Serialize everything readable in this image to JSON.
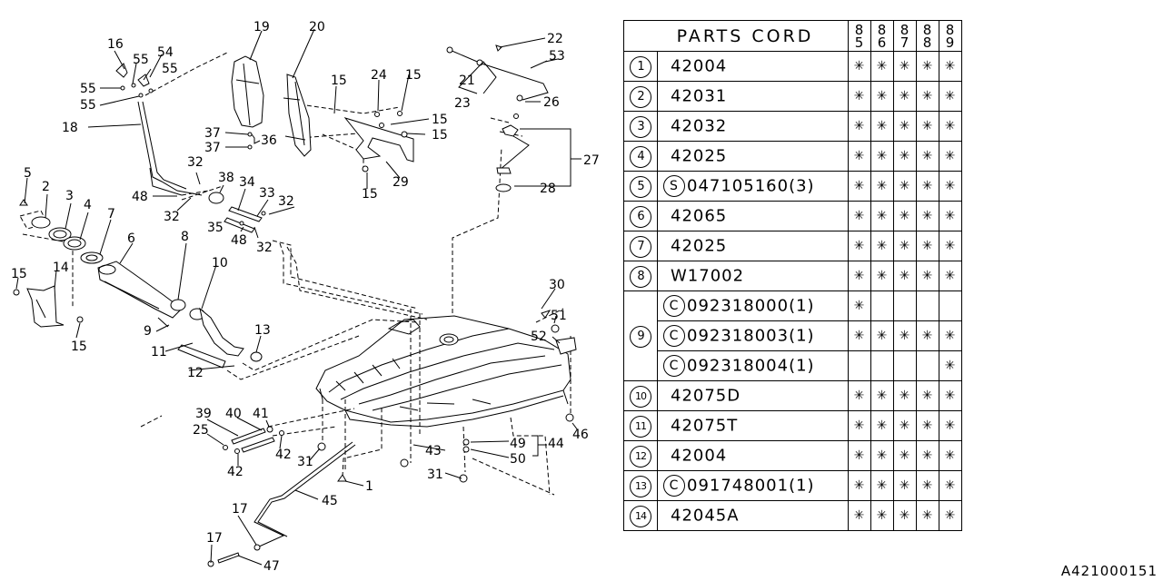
{
  "diagram": {
    "title": "Fuel tank parts exploded diagram",
    "callouts": [
      {
        "id": "c16",
        "label": "16"
      },
      {
        "id": "c54",
        "label": "54"
      },
      {
        "id": "c55a",
        "label": "55"
      },
      {
        "id": "c55b",
        "label": "55"
      },
      {
        "id": "c55c",
        "label": "55"
      },
      {
        "id": "c55d",
        "label": "55"
      },
      {
        "id": "c19",
        "label": "19"
      },
      {
        "id": "c20",
        "label": "20"
      },
      {
        "id": "c18",
        "label": "18"
      },
      {
        "id": "c37a",
        "label": "37"
      },
      {
        "id": "c37b",
        "label": "37"
      },
      {
        "id": "c36",
        "label": "36"
      },
      {
        "id": "c15a",
        "label": "15"
      },
      {
        "id": "c24",
        "label": "24"
      },
      {
        "id": "c15b",
        "label": "15"
      },
      {
        "id": "c15c",
        "label": "15"
      },
      {
        "id": "c15d",
        "label": "15"
      },
      {
        "id": "c15e",
        "label": "15"
      },
      {
        "id": "c29",
        "label": "29"
      },
      {
        "id": "c22",
        "label": "22"
      },
      {
        "id": "c53",
        "label": "53"
      },
      {
        "id": "c21",
        "label": "21"
      },
      {
        "id": "c23",
        "label": "23"
      },
      {
        "id": "c26",
        "label": "26"
      },
      {
        "id": "c27",
        "label": "27"
      },
      {
        "id": "c28",
        "label": "28"
      },
      {
        "id": "c5",
        "label": "5"
      },
      {
        "id": "c2",
        "label": "2"
      },
      {
        "id": "c3",
        "label": "3"
      },
      {
        "id": "c4",
        "label": "4"
      },
      {
        "id": "c7",
        "label": "7"
      },
      {
        "id": "c6",
        "label": "6"
      },
      {
        "id": "c32a",
        "label": "32"
      },
      {
        "id": "c38",
        "label": "38"
      },
      {
        "id": "c34",
        "label": "34"
      },
      {
        "id": "c33",
        "label": "33"
      },
      {
        "id": "c32b",
        "label": "32"
      },
      {
        "id": "c48a",
        "label": "48"
      },
      {
        "id": "c32c",
        "label": "32"
      },
      {
        "id": "c35",
        "label": "35"
      },
      {
        "id": "c48b",
        "label": "48"
      },
      {
        "id": "c32d",
        "label": "32"
      },
      {
        "id": "c8",
        "label": "8"
      },
      {
        "id": "c10",
        "label": "10"
      },
      {
        "id": "c15f",
        "label": "15"
      },
      {
        "id": "c14",
        "label": "14"
      },
      {
        "id": "c15g",
        "label": "15"
      },
      {
        "id": "c9",
        "label": "9"
      },
      {
        "id": "c13",
        "label": "13"
      },
      {
        "id": "c11",
        "label": "11"
      },
      {
        "id": "c12",
        "label": "12"
      },
      {
        "id": "c30",
        "label": "30"
      },
      {
        "id": "c51",
        "label": "51"
      },
      {
        "id": "c52",
        "label": "52"
      },
      {
        "id": "c46",
        "label": "46"
      },
      {
        "id": "c39",
        "label": "39"
      },
      {
        "id": "c40",
        "label": "40"
      },
      {
        "id": "c41",
        "label": "41"
      },
      {
        "id": "c25",
        "label": "25"
      },
      {
        "id": "c42a",
        "label": "42"
      },
      {
        "id": "c42b",
        "label": "42"
      },
      {
        "id": "c31a",
        "label": "31"
      },
      {
        "id": "c43",
        "label": "43"
      },
      {
        "id": "c49",
        "label": "49"
      },
      {
        "id": "c44",
        "label": "44"
      },
      {
        "id": "c50",
        "label": "50"
      },
      {
        "id": "c31b",
        "label": "31"
      },
      {
        "id": "c1",
        "label": "1"
      },
      {
        "id": "c45",
        "label": "45"
      },
      {
        "id": "c17a",
        "label": "17"
      },
      {
        "id": "c17b",
        "label": "17"
      },
      {
        "id": "c47",
        "label": "47"
      }
    ]
  },
  "table": {
    "header": "PARTS CORD",
    "years": [
      [
        "8",
        "5"
      ],
      [
        "8",
        "6"
      ],
      [
        "8",
        "7"
      ],
      [
        "8",
        "8"
      ],
      [
        "8",
        "9"
      ]
    ],
    "mark_symbol": "✳",
    "rows": [
      {
        "ref": "1",
        "prefix": "",
        "code": "42004",
        "marks": [
          true,
          true,
          true,
          true,
          true
        ]
      },
      {
        "ref": "2",
        "prefix": "",
        "code": "42031",
        "marks": [
          true,
          true,
          true,
          true,
          true
        ]
      },
      {
        "ref": "3",
        "prefix": "",
        "code": "42032",
        "marks": [
          true,
          true,
          true,
          true,
          true
        ]
      },
      {
        "ref": "4",
        "prefix": "",
        "code": "42025",
        "marks": [
          true,
          true,
          true,
          true,
          true
        ]
      },
      {
        "ref": "5",
        "prefix": "S",
        "code": "047105160(3)",
        "marks": [
          true,
          true,
          true,
          true,
          true
        ]
      },
      {
        "ref": "6",
        "prefix": "",
        "code": "42065",
        "marks": [
          true,
          true,
          true,
          true,
          true
        ]
      },
      {
        "ref": "7",
        "prefix": "",
        "code": "42025",
        "marks": [
          true,
          true,
          true,
          true,
          true
        ]
      },
      {
        "ref": "8",
        "prefix": "",
        "code": "W17002",
        "marks": [
          true,
          true,
          true,
          true,
          true
        ]
      },
      {
        "ref": "9",
        "prefix": "C",
        "code": "092318000(1)",
        "marks": [
          true,
          false,
          false,
          false,
          false
        ],
        "group_start": true,
        "group_span": 3
      },
      {
        "ref": "9",
        "prefix": "C",
        "code": "092318003(1)",
        "marks": [
          true,
          true,
          true,
          true,
          true
        ],
        "group_cont": true
      },
      {
        "ref": "9",
        "prefix": "C",
        "code": "092318004(1)",
        "marks": [
          false,
          false,
          false,
          false,
          true
        ],
        "group_cont": true
      },
      {
        "ref": "10",
        "prefix": "",
        "code": "42075D",
        "marks": [
          true,
          true,
          true,
          true,
          true
        ]
      },
      {
        "ref": "11",
        "prefix": "",
        "code": "42075T",
        "marks": [
          true,
          true,
          true,
          true,
          true
        ]
      },
      {
        "ref": "12",
        "prefix": "",
        "code": "42004",
        "marks": [
          true,
          true,
          true,
          true,
          true
        ]
      },
      {
        "ref": "13",
        "prefix": "C",
        "code": "091748001(1)",
        "marks": [
          true,
          true,
          true,
          true,
          true
        ]
      },
      {
        "ref": "14",
        "prefix": "",
        "code": "42045A",
        "marks": [
          true,
          true,
          true,
          true,
          true
        ]
      }
    ]
  },
  "reference_id": "A421000151"
}
